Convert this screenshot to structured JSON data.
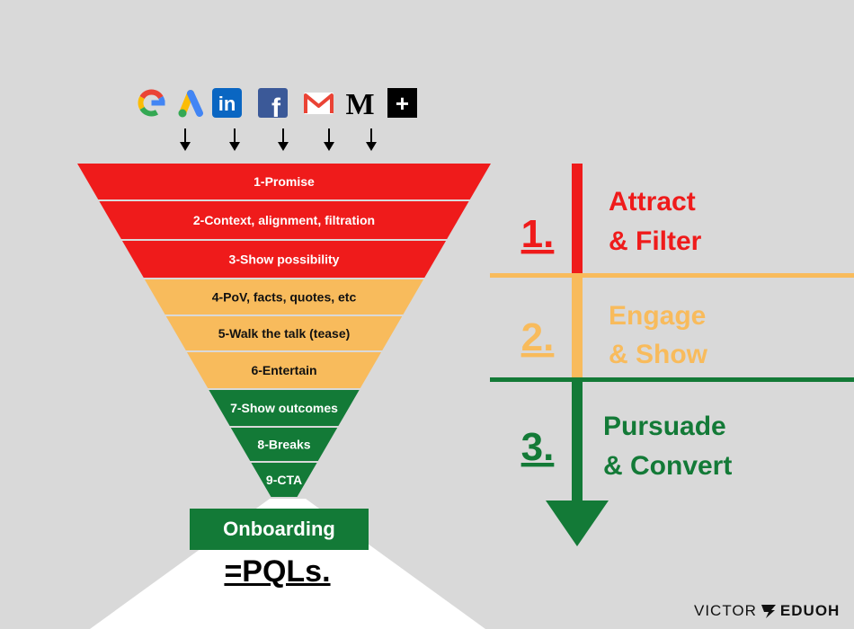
{
  "colors": {
    "red": "#ef1b1b",
    "orange": "#f8bb5c",
    "green": "#137a37",
    "background": "#d9d9d9"
  },
  "channels": [
    {
      "icon": "google-icon",
      "letter": "G"
    },
    {
      "icon": "google-ads-icon",
      "letter": ""
    },
    {
      "icon": "linkedin-icon",
      "letter": "in"
    },
    {
      "icon": "facebook-icon",
      "letter": "f"
    },
    {
      "icon": "gmail-icon",
      "letter": "M"
    },
    {
      "icon": "medium-icon",
      "letter": "M"
    },
    {
      "icon": "plus-icon",
      "letter": "+"
    }
  ],
  "funnel": {
    "steps": [
      {
        "label": "1-Promise",
        "stage": 1
      },
      {
        "label": "2-Context, alignment, filtration",
        "stage": 1
      },
      {
        "label": "3-Show possibility",
        "stage": 1
      },
      {
        "label": "4-PoV, facts, quotes, etc",
        "stage": 2
      },
      {
        "label": "5-Walk the talk (tease)",
        "stage": 2
      },
      {
        "label": "6-Entertain",
        "stage": 2
      },
      {
        "label": "7-Show outcomes",
        "stage": 3
      },
      {
        "label": "8-Breaks",
        "stage": 3
      },
      {
        "label": "9-CTA",
        "stage": 3
      }
    ],
    "onboarding_label": "Onboarding",
    "result_label": "=PQLs."
  },
  "stages": [
    {
      "number": "1.",
      "line1": "Attract",
      "line2": "& Filter",
      "color": "#ef1b1b"
    },
    {
      "number": "2.",
      "line1": "Engage",
      "line2": "& Show",
      "color": "#f8bb5c"
    },
    {
      "number": "3.",
      "line1": "Pursuade",
      "line2": "& Convert",
      "color": "#137a37"
    }
  ],
  "brand": {
    "first": "VICTOR",
    "second": "EDUOH"
  }
}
